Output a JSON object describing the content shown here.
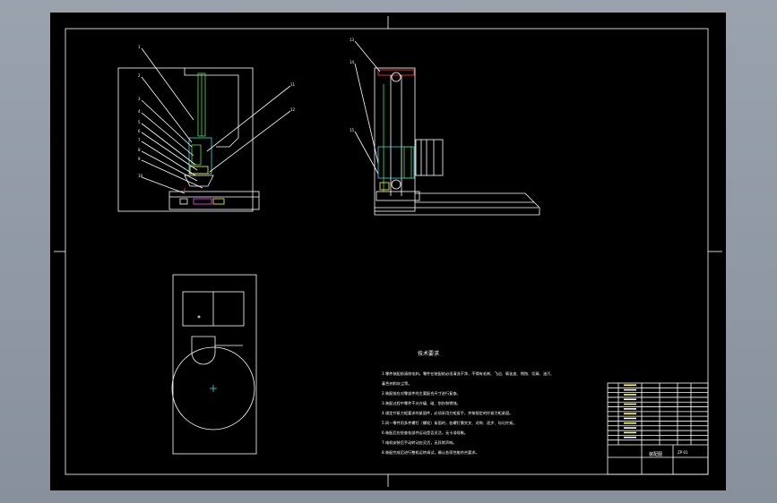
{
  "drawing": {
    "tech_title": "技术要求",
    "tech_lines": [
      "1.零件装配前清除毛刺，零件在装配前必须清洗干净，不得有毛刺、飞边、氧化皮、锈蚀、切屑、油污、",
      "  着色剂和灰尘等。",
      "2.装配前应对零部件的主要配合尺寸进行复查。",
      "3.装配过程中零件不允许磕、碰、划伤和锈蚀。",
      "4.规定拧紧力矩要求的紧固件，必须采用力矩扳手，并按规定的拧紧力矩紧固。",
      "5.同一零件用多件螺钉（螺栓）紧固时，各螺钉需交叉、对称、逐步、均匀拧紧。",
      "6.装配后应检查各部件运动是否灵活，无卡滞现象。",
      "7.电机安装后手动转动应灵活，无异常声响。",
      "8.装配完成后进行整机运转调试，确认各项性能符合要求。"
    ],
    "title_name": "装配图",
    "title_code": "ZP-01",
    "part_rows": 13,
    "balloon_labels": [
      "1",
      "2",
      "3",
      "4",
      "5",
      "6",
      "7",
      "8",
      "9",
      "10",
      "11",
      "12",
      "13",
      "14",
      "15"
    ]
  },
  "colors": {
    "line": "#ffffff",
    "hidden": "#ffff33",
    "part": "#4fe04f",
    "center": "#3fd8e0",
    "accent": "#ff4fff"
  }
}
